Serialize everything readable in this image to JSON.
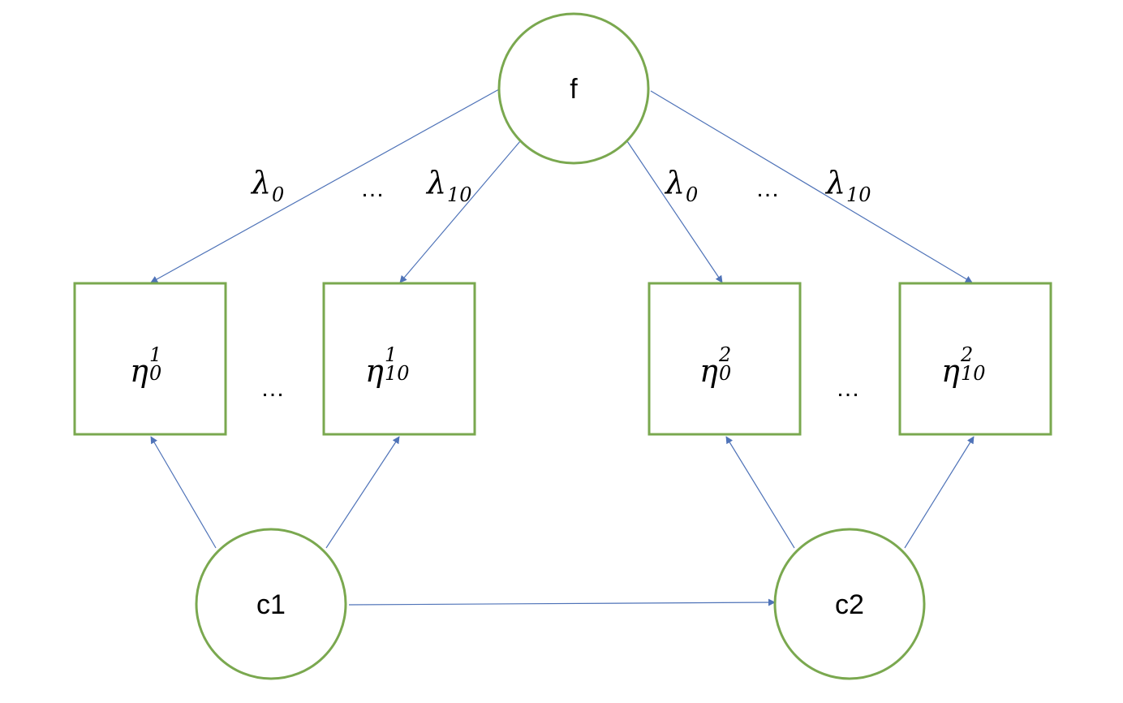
{
  "colors": {
    "node_stroke": "#7aa84f",
    "edge_stroke": "#4f73b8"
  },
  "nodes": {
    "f": "f",
    "c1": "c1",
    "c2": "c2"
  },
  "boxes": [
    {
      "base": "η",
      "sub": "0",
      "sup": "1"
    },
    {
      "base": "η",
      "sub": "10",
      "sup": "1"
    },
    {
      "base": "η",
      "sub": "0",
      "sup": "2"
    },
    {
      "base": "η",
      "sub": "10",
      "sup": "2"
    }
  ],
  "edge_labels": [
    {
      "base": "λ",
      "sub": "0"
    },
    {
      "base": "λ",
      "sub": "10"
    },
    {
      "base": "λ",
      "sub": "0"
    },
    {
      "base": "λ",
      "sub": "10"
    }
  ],
  "ellipsis": "…"
}
